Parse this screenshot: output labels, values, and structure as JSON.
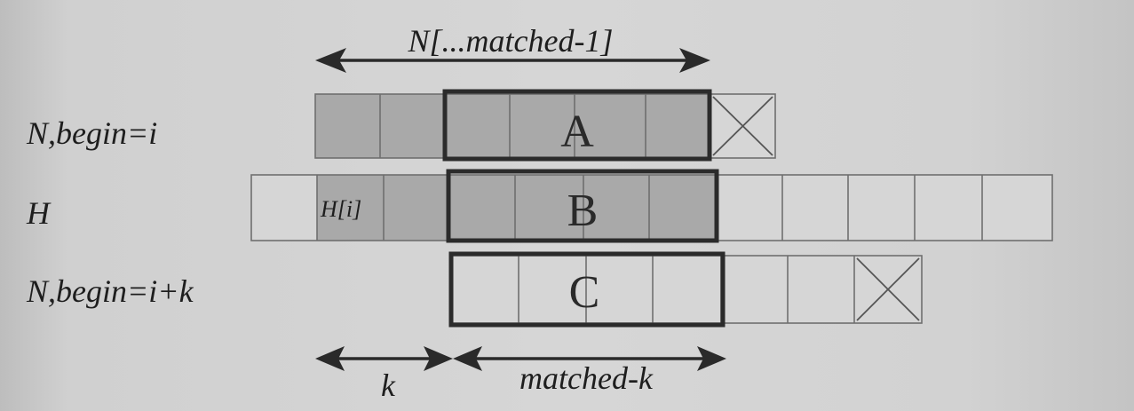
{
  "labels": {
    "top_span": "N[...matched-1]",
    "row1": "N,begin=i",
    "row2": "H",
    "row3": "N,begin=i+k",
    "hi_cell": "H[i]",
    "box_a": "A",
    "box_b": "B",
    "box_c": "C",
    "k": "k",
    "matched_k": "matched-k"
  },
  "rows": [
    {
      "name": "row-n-begin-i",
      "cells": 7,
      "shaded": 6,
      "crossed_last": true
    },
    {
      "name": "row-h",
      "cells": 12,
      "shaded": 6,
      "crossed_last": false
    },
    {
      "name": "row-n-begin-i-plus-k",
      "cells": 7,
      "shaded": 0,
      "crossed_last": true
    }
  ],
  "colors": {
    "shade": "#a9a9a9",
    "ink": "#2b2b2b",
    "background": "#d6d6d6"
  }
}
